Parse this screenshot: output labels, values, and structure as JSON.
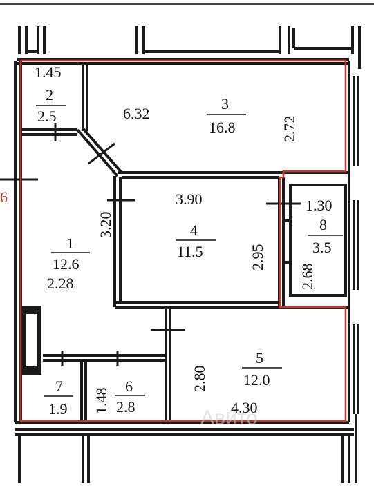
{
  "plan": {
    "colors": {
      "wall": "#1a1a1a",
      "outline": "#c0392b",
      "paper": "#ffffff"
    },
    "corner_mark": "6",
    "watermark": "Авито",
    "rooms": [
      {
        "id": "room-1",
        "number": "1",
        "area": "12.6",
        "dims": [
          "3.20",
          "2.28"
        ]
      },
      {
        "id": "room-2",
        "number": "2",
        "area": "2.5",
        "dims": [
          "1.45"
        ]
      },
      {
        "id": "room-3",
        "number": "3",
        "area": "16.8",
        "dims": [
          "6.32",
          "2.72"
        ]
      },
      {
        "id": "room-4",
        "number": "4",
        "area": "11.5",
        "dims": [
          "3.90",
          "2.95"
        ]
      },
      {
        "id": "room-5",
        "number": "5",
        "area": "12.0",
        "dims": [
          "2.80",
          "4.30"
        ]
      },
      {
        "id": "room-6",
        "number": "6",
        "area": "2.8",
        "dims": [
          "1.48"
        ]
      },
      {
        "id": "room-7",
        "number": "7",
        "area": "1.9",
        "dims": []
      },
      {
        "id": "room-8",
        "number": "8",
        "area": "3.5",
        "dims": [
          "1.30",
          "2.68"
        ]
      }
    ]
  }
}
